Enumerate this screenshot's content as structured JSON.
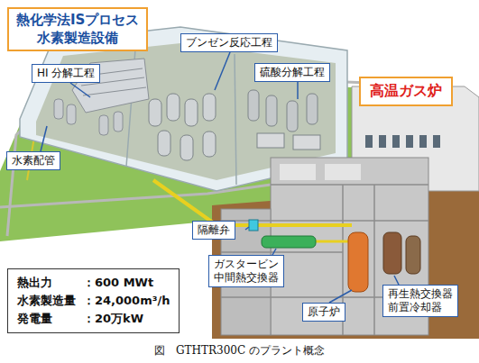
{
  "diagram": {
    "caption": "図　GTHTR300C のプラント概念",
    "nodes": [
      {
        "text": [
          "熱化学法ISプロセス 水素製造設備"
        ]
      },
      {
        "text": [
          "HI 分解工程"
        ]
      },
      {
        "text": [
          "ブンゼン反応工程"
        ]
      },
      {
        "text": [
          "硫酸分解工程"
        ]
      },
      {
        "text": [
          "高温ガス炉"
        ]
      },
      {
        "text": [
          "水素配管"
        ]
      },
      {
        "text": [
          "隔離弁"
        ]
      },
      {
        "text": [
          "ガスタービン 中間熱交換器"
        ]
      },
      {
        "text": [
          "原子炉"
        ]
      },
      {
        "text": [
          "再生熱交換器 前置冷却器"
        ]
      },
      {
        "text": [
          "熱出力",
          "：600 MWt",
          "水素製造量",
          "：24,000m³/h",
          "発電量",
          "：20万kW"
        ]
      }
    ]
  }
}
